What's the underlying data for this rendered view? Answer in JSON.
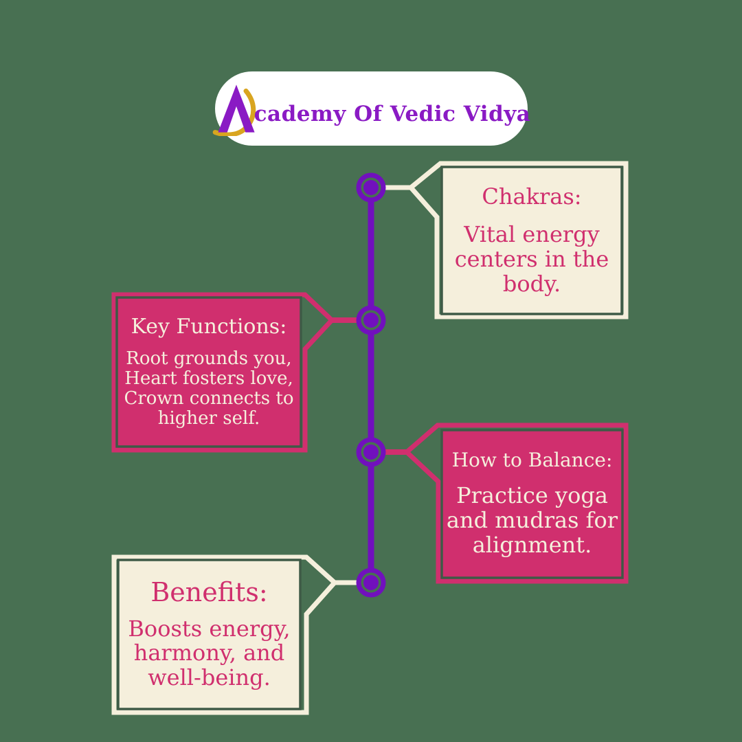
{
  "colors": {
    "background": "#487052",
    "purple": "#7110BD",
    "pink": "#D02F6E",
    "cream": "#F5EFDC",
    "box_border_dark": "#3E5A46",
    "logo_purple": "#8A1AC4",
    "logo_gold": "#D9A520",
    "pill_white": "#FFFFFF"
  },
  "brand": {
    "name": "Academy Of Vedic Vidya",
    "name_after_mark": "cademy Of Vedic Vidya"
  },
  "timeline": {
    "items": [
      {
        "id": "chakras",
        "style": "cream",
        "side": "right",
        "heading": "Chakras:",
        "body": "Vital energy centers in the body."
      },
      {
        "id": "key-functions",
        "style": "pink",
        "side": "left",
        "heading": "Key Functions:",
        "body": "Root grounds you, Heart fosters love, Crown connects to higher self."
      },
      {
        "id": "how-to-balance",
        "style": "pink",
        "side": "right",
        "heading": "How to Balance:",
        "body": "Practice yoga and mudras for alignment."
      },
      {
        "id": "benefits",
        "style": "cream",
        "side": "left",
        "heading": "Benefits:",
        "body": "Boosts energy, harmony, and well-being."
      }
    ]
  }
}
